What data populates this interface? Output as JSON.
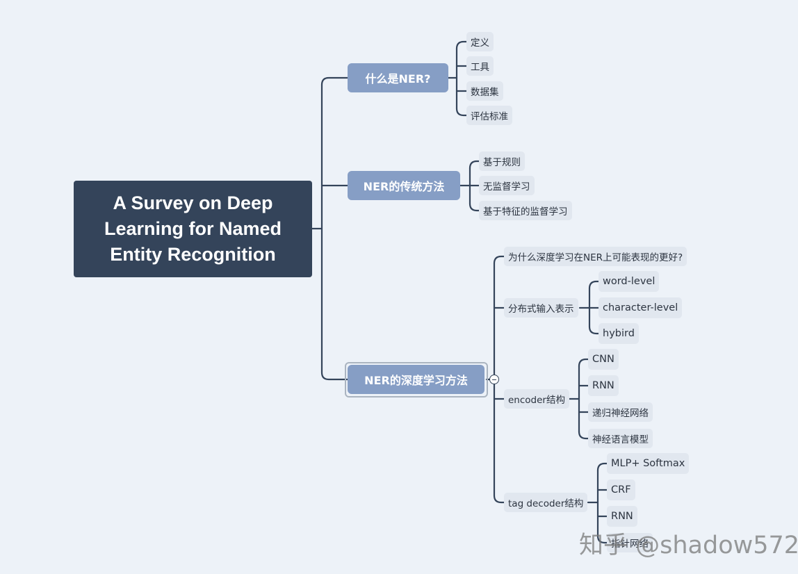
{
  "root": {
    "title": "A Survey on Deep\nLearning for Named\nEntity Recognition"
  },
  "branches": [
    {
      "label": "什么是NER?",
      "children": [
        "定义",
        "工具",
        "数据集",
        "评估标准"
      ]
    },
    {
      "label": "NER的传统方法",
      "children": [
        "基于规则",
        "无监督学习",
        "基于特征的监督学习"
      ]
    },
    {
      "label": "NER的深度学习方法",
      "children": [
        {
          "label": "为什么深度学习在NER上可能表现的更好?"
        },
        {
          "label": "分布式输入表示",
          "children": [
            "word-level",
            "character-level",
            "hybird"
          ]
        },
        {
          "label": "encoder结构",
          "children": [
            "CNN",
            "RNN",
            "递归神经网络",
            "神经语言模型"
          ]
        },
        {
          "label": "tag decoder结构",
          "children": [
            "MLP+ Softmax",
            "CRF",
            "RNN",
            "指针网络"
          ]
        }
      ]
    }
  ],
  "watermark": "知乎 @shadow572",
  "colors": {
    "background": "#edf2f8",
    "root": "#34445a",
    "branch": "#869ec5",
    "leaf": "#e1e7ef",
    "line": "#34445a"
  }
}
